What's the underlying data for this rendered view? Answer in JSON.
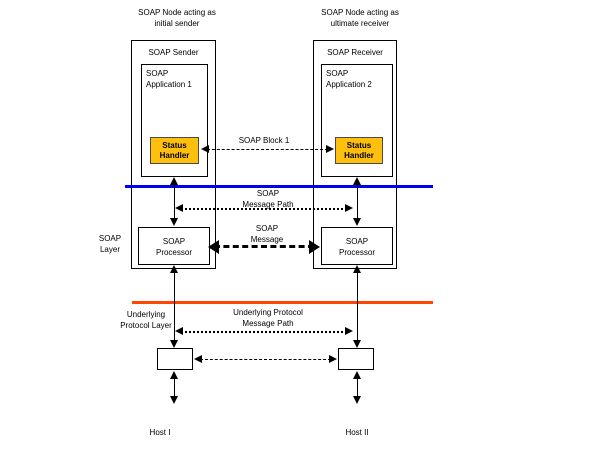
{
  "columns": {
    "left": {
      "caption": [
        "SOAP Node acting as",
        "initial sender"
      ],
      "box_label": "SOAP Sender",
      "app_label": [
        "SOAP",
        "Application 1"
      ],
      "status_handler": [
        "Status",
        "Handler"
      ],
      "processor": [
        "SOAP",
        "Processor"
      ],
      "host": "Host I"
    },
    "right": {
      "caption": [
        "SOAP Node acting as",
        "ultimate receiver"
      ],
      "box_label": "SOAP Receiver",
      "app_label": [
        "SOAP",
        "Application 2"
      ],
      "status_handler": [
        "Status",
        "Handler"
      ],
      "processor": [
        "SOAP",
        "Processor"
      ],
      "host": "Host II"
    }
  },
  "layers": {
    "soap": {
      "label": [
        "SOAP",
        "Layer"
      ]
    },
    "underlying": {
      "label": [
        "Underlying",
        "Protocol Layer"
      ]
    }
  },
  "connections": {
    "soap_block": {
      "label": "SOAP Block 1"
    },
    "soap_message_path": {
      "label": [
        "SOAP",
        "Message Path"
      ]
    },
    "soap_message": {
      "label": [
        "SOAP",
        "Message"
      ]
    },
    "underlying_message_path": {
      "label": [
        "Underlying Protocol",
        "Message Path"
      ]
    }
  },
  "colors": {
    "soap_layer_line": "#0000ee",
    "underlying_layer_line": "#ff4500",
    "status_handler_fill": "#ffc00d"
  }
}
